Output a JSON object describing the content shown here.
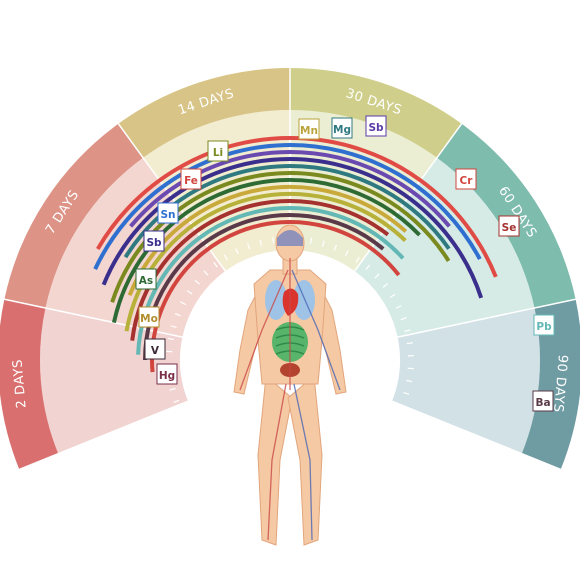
{
  "segments": [
    {
      "label": "2 DAYS",
      "outer": "#d9706f",
      "inner": "#f1d3d2"
    },
    {
      "label": "7 DAYS",
      "outer": "#dd9386",
      "inner": "#f3d6d0"
    },
    {
      "label": "14 DAYS",
      "outer": "#d8c486",
      "inner": "#f2ecd0"
    },
    {
      "label": "30 DAYS",
      "outer": "#cfcf8b",
      "inner": "#eceed4"
    },
    {
      "label": "60 DAYS",
      "outer": "#7ebcae",
      "inner": "#d6ebe6"
    },
    {
      "label": "90 DAYS",
      "outer": "#6f9ba3",
      "inner": "#d2e1e5"
    }
  ],
  "elements": [
    {
      "symbol": "Mn",
      "color": "#b9a33a"
    },
    {
      "symbol": "Mg",
      "color": "#2f7a80"
    },
    {
      "symbol": "Sb",
      "color": "#5b3aa6"
    },
    {
      "symbol": "Li",
      "color": "#7a8a1f"
    },
    {
      "symbol": "Fe",
      "color": "#d2453e"
    },
    {
      "symbol": "Sn",
      "color": "#2d6fd0"
    },
    {
      "symbol": "Sb",
      "color": "#3a2f8c"
    },
    {
      "symbol": "As",
      "color": "#2e6b34"
    },
    {
      "symbol": "Mo",
      "color": "#b28d2d"
    },
    {
      "symbol": "V",
      "color": "#3a2a36"
    },
    {
      "symbol": "Hg",
      "color": "#7a2f4a"
    },
    {
      "symbol": "Cr",
      "color": "#d2453e"
    },
    {
      "symbol": "Se",
      "color": "#a5322f"
    },
    {
      "symbol": "Pb",
      "color": "#63b8b5"
    },
    {
      "symbol": "Ba",
      "color": "#5a3a48"
    }
  ],
  "arcs": [
    {
      "color": "#e04c45"
    },
    {
      "color": "#2e6fd0"
    },
    {
      "color": "#6a4ab0"
    },
    {
      "color": "#3a2f8c"
    },
    {
      "color": "#2f7a80"
    },
    {
      "color": "#7a8a1f"
    },
    {
      "color": "#2e6b34"
    },
    {
      "color": "#c9a93a"
    },
    {
      "color": "#b7b13a"
    },
    {
      "color": "#a5322f"
    },
    {
      "color": "#63b8b5"
    },
    {
      "color": "#5a3a48"
    },
    {
      "color": "#d2453e"
    }
  ]
}
